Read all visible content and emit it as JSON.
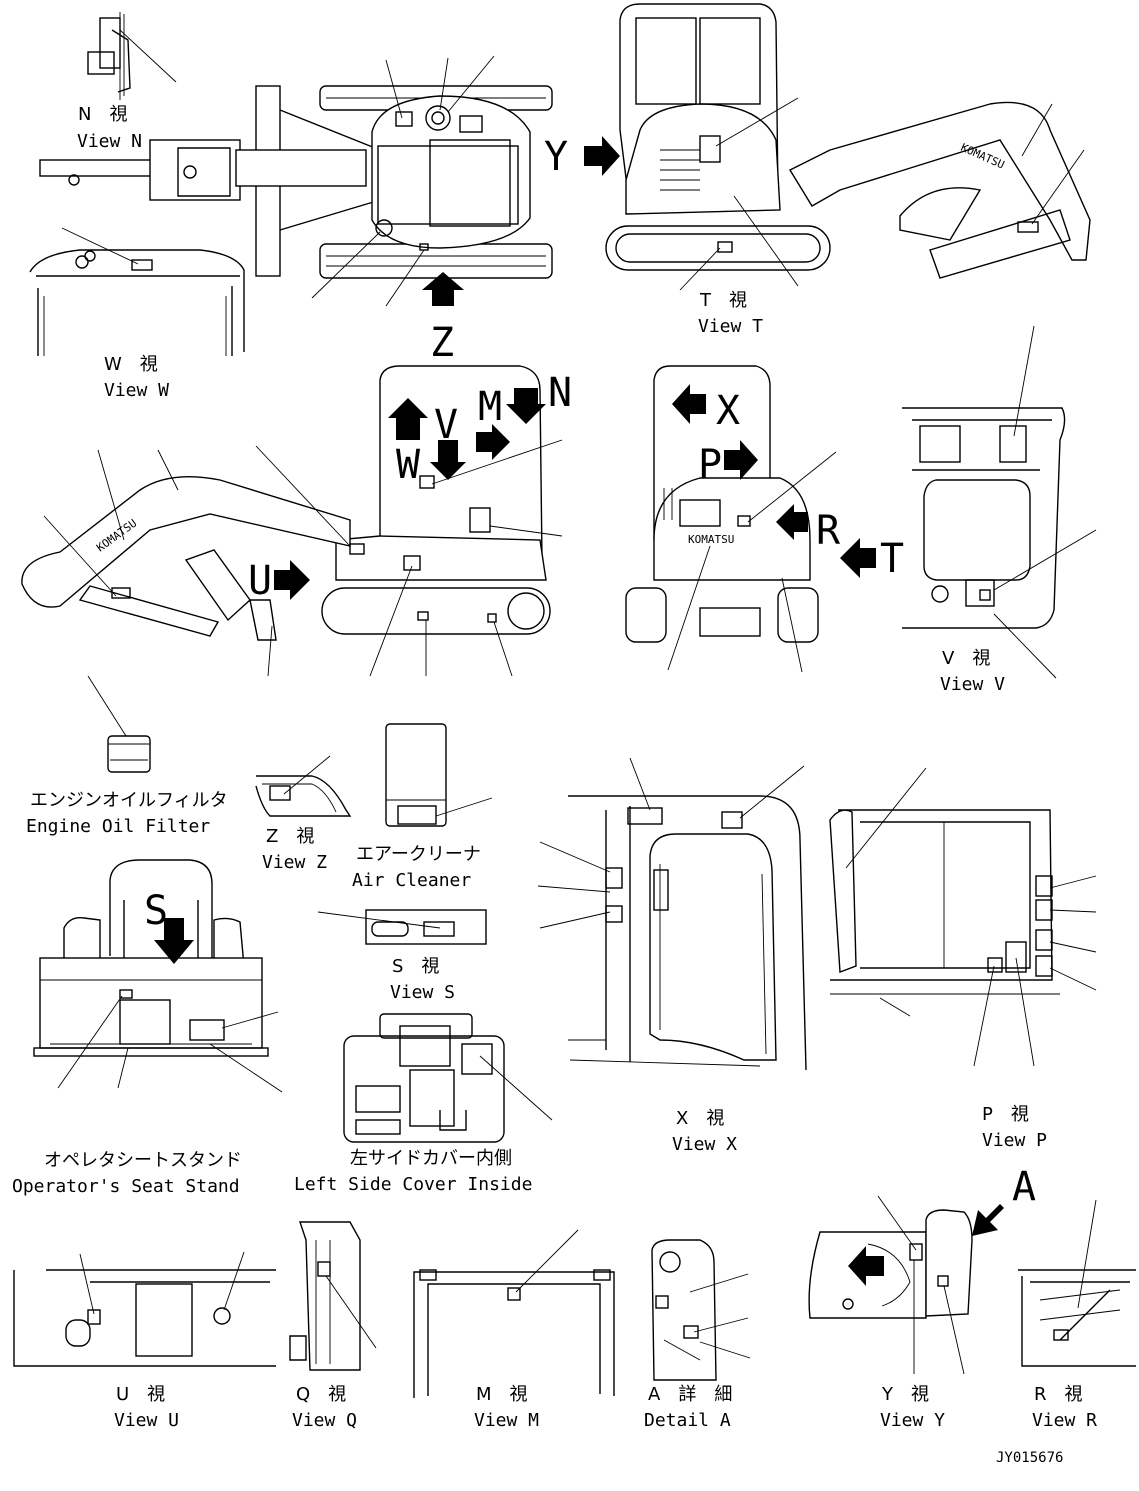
{
  "views": [
    {
      "id": "view-n",
      "jp": "N　視",
      "en": "View N"
    },
    {
      "id": "view-w",
      "jp": "W　視",
      "en": "View W"
    },
    {
      "id": "view-t",
      "jp": "T　視",
      "en": "View T"
    },
    {
      "id": "view-v",
      "jp": "V　視",
      "en": "View V"
    },
    {
      "id": "view-z",
      "jp": "Z　視",
      "en": "View Z"
    },
    {
      "id": "view-s",
      "jp": "S　視",
      "en": "View S"
    },
    {
      "id": "view-x",
      "jp": "X　視",
      "en": "View X"
    },
    {
      "id": "view-p",
      "jp": "P　視",
      "en": "View P"
    },
    {
      "id": "view-u",
      "jp": "U　視",
      "en": "View U"
    },
    {
      "id": "view-q",
      "jp": "Q　視",
      "en": "View Q"
    },
    {
      "id": "view-m",
      "jp": "M　視",
      "en": "View M"
    },
    {
      "id": "detail-a",
      "jp": "A　詳　細",
      "en": "Detail A"
    },
    {
      "id": "view-y",
      "jp": "Y　視",
      "en": "View Y"
    },
    {
      "id": "view-r",
      "jp": "R　視",
      "en": "View R"
    }
  ],
  "parts": [
    {
      "id": "engine-oil-filter",
      "jp": "エンジンオイルフィルタ",
      "en": "Engine Oil Filter"
    },
    {
      "id": "air-cleaner",
      "jp": "エアークリーナ",
      "en": "Air Cleaner"
    },
    {
      "id": "operator-seat-stand",
      "jp": "オペレタシートスタンド",
      "en": "Operator's Seat Stand"
    },
    {
      "id": "left-side-cover-inside",
      "jp": "左サイドカバー内側",
      "en": "Left Side Cover Inside"
    }
  ],
  "view_letters": {
    "y": "Y",
    "z": "Z",
    "v": "V",
    "m": "M",
    "n": "N",
    "w": "W",
    "u": "U",
    "x": "X",
    "p": "P",
    "r": "R",
    "t": "T",
    "s": "S",
    "a": "A"
  },
  "brand": "KOMATSU",
  "drawing_number": "JY015676"
}
